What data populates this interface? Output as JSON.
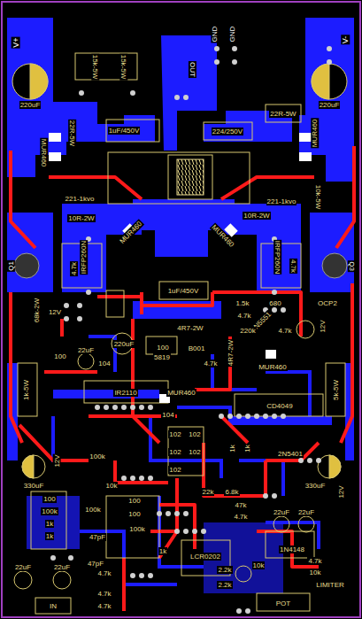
{
  "diagram": {
    "labels": [
      "V+",
      "GND",
      "GND",
      "V-",
      "OUT",
      "15k-5W",
      "15k-5W",
      "220uF",
      "220uF",
      "1uF/450V",
      "224/250V",
      "22R-5W",
      "22R-5W",
      "MUR460",
      "MUR460",
      "221-1kvo",
      "10R-2W",
      "221-1kvo",
      "10R-2W",
      "10k-5W",
      "MUR460",
      "MUR460",
      "Q1",
      "IRFP260N",
      "4.7k",
      "IRFP260N",
      "4.7k",
      "Q3",
      "1uF/450V",
      "68k-2W",
      "12V",
      "1.5k",
      "680",
      "OCP2",
      "4.7k",
      "2N5551",
      "220k",
      "4.7k",
      "12V",
      "4R7-2W",
      "100",
      "B001",
      "5819",
      "4.7k",
      "4R7-2W",
      "220uF",
      "22uF",
      "104",
      "100",
      "IR2110",
      "MUR460",
      "MUR460",
      "CD4049",
      "1k-5W",
      "5k-5W",
      "2N5401",
      "330uF",
      "330uF",
      "12V",
      "12V",
      "100k",
      "10k",
      "102",
      "102",
      "102",
      "102",
      "102",
      "1k",
      "1k",
      "104",
      "100",
      "100k",
      "1k",
      "1k",
      "100k",
      "100",
      "100",
      "100k",
      "47pF",
      "22uF",
      "22uF",
      "4.7k",
      "4.7k",
      "4.7k",
      "22k",
      "6.8k",
      "47k",
      "4.7k",
      "LCR0202",
      "2.2k",
      "2.2k",
      "10k",
      "1k",
      "22uF",
      "22uF",
      "1N4148",
      "4.7k",
      "10k",
      "LIMITER",
      "POT",
      "IN",
      "47pF"
    ]
  }
}
